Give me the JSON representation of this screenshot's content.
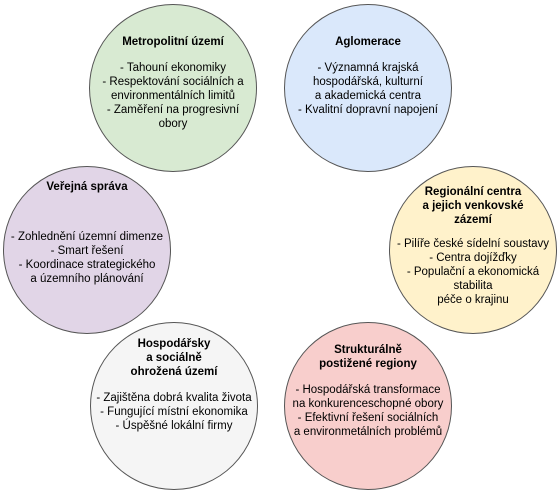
{
  "nodes": [
    {
      "id": "metropolitni",
      "title": "Metropolitní území",
      "items": [
        "- Tahouní ekonomiky",
        "- Respektování sociálních a\nenvironmentálních limitů",
        "- Zaměření na progresivní\nobory"
      ]
    },
    {
      "id": "aglomerace",
      "title": "Aglomerace",
      "items": [
        "- Významná krajská\nhospodářská, kulturní\na akademická centra",
        "- Kvalitní dopravní napojení"
      ]
    },
    {
      "id": "verejna-sprava",
      "title": "Veřejná správa",
      "items": [
        "- Zohlednění územní dimenze",
        "- Smart řešení",
        "- Koordinace strategického\na územního plánování"
      ]
    },
    {
      "id": "regionalni-centra",
      "title": "Regionální centra\na jejich venkovské\nzázemí",
      "items": [
        "- Pilíře české sídelní soustavy",
        "- Centra dojížďky",
        "- Populační a ekonomická\nstabilita\npéče o krajinu"
      ]
    },
    {
      "id": "hospodarsky-ohrozena",
      "title": "Hospodářsky\na sociálně\nohrožená území",
      "items": [
        "- Zajištěna dobrá kvalita života",
        "- Fungující místní ekonomika",
        "- Úspěšné lokální firmy"
      ]
    },
    {
      "id": "strukturalne-postizene",
      "title": "Strukturálně\npostižené regiony",
      "items": [
        "- Hospodářská transformace\nna konkurenceschopné obory",
        "- Efektivní řešení sociálních\na environmetálních problémů"
      ]
    }
  ]
}
